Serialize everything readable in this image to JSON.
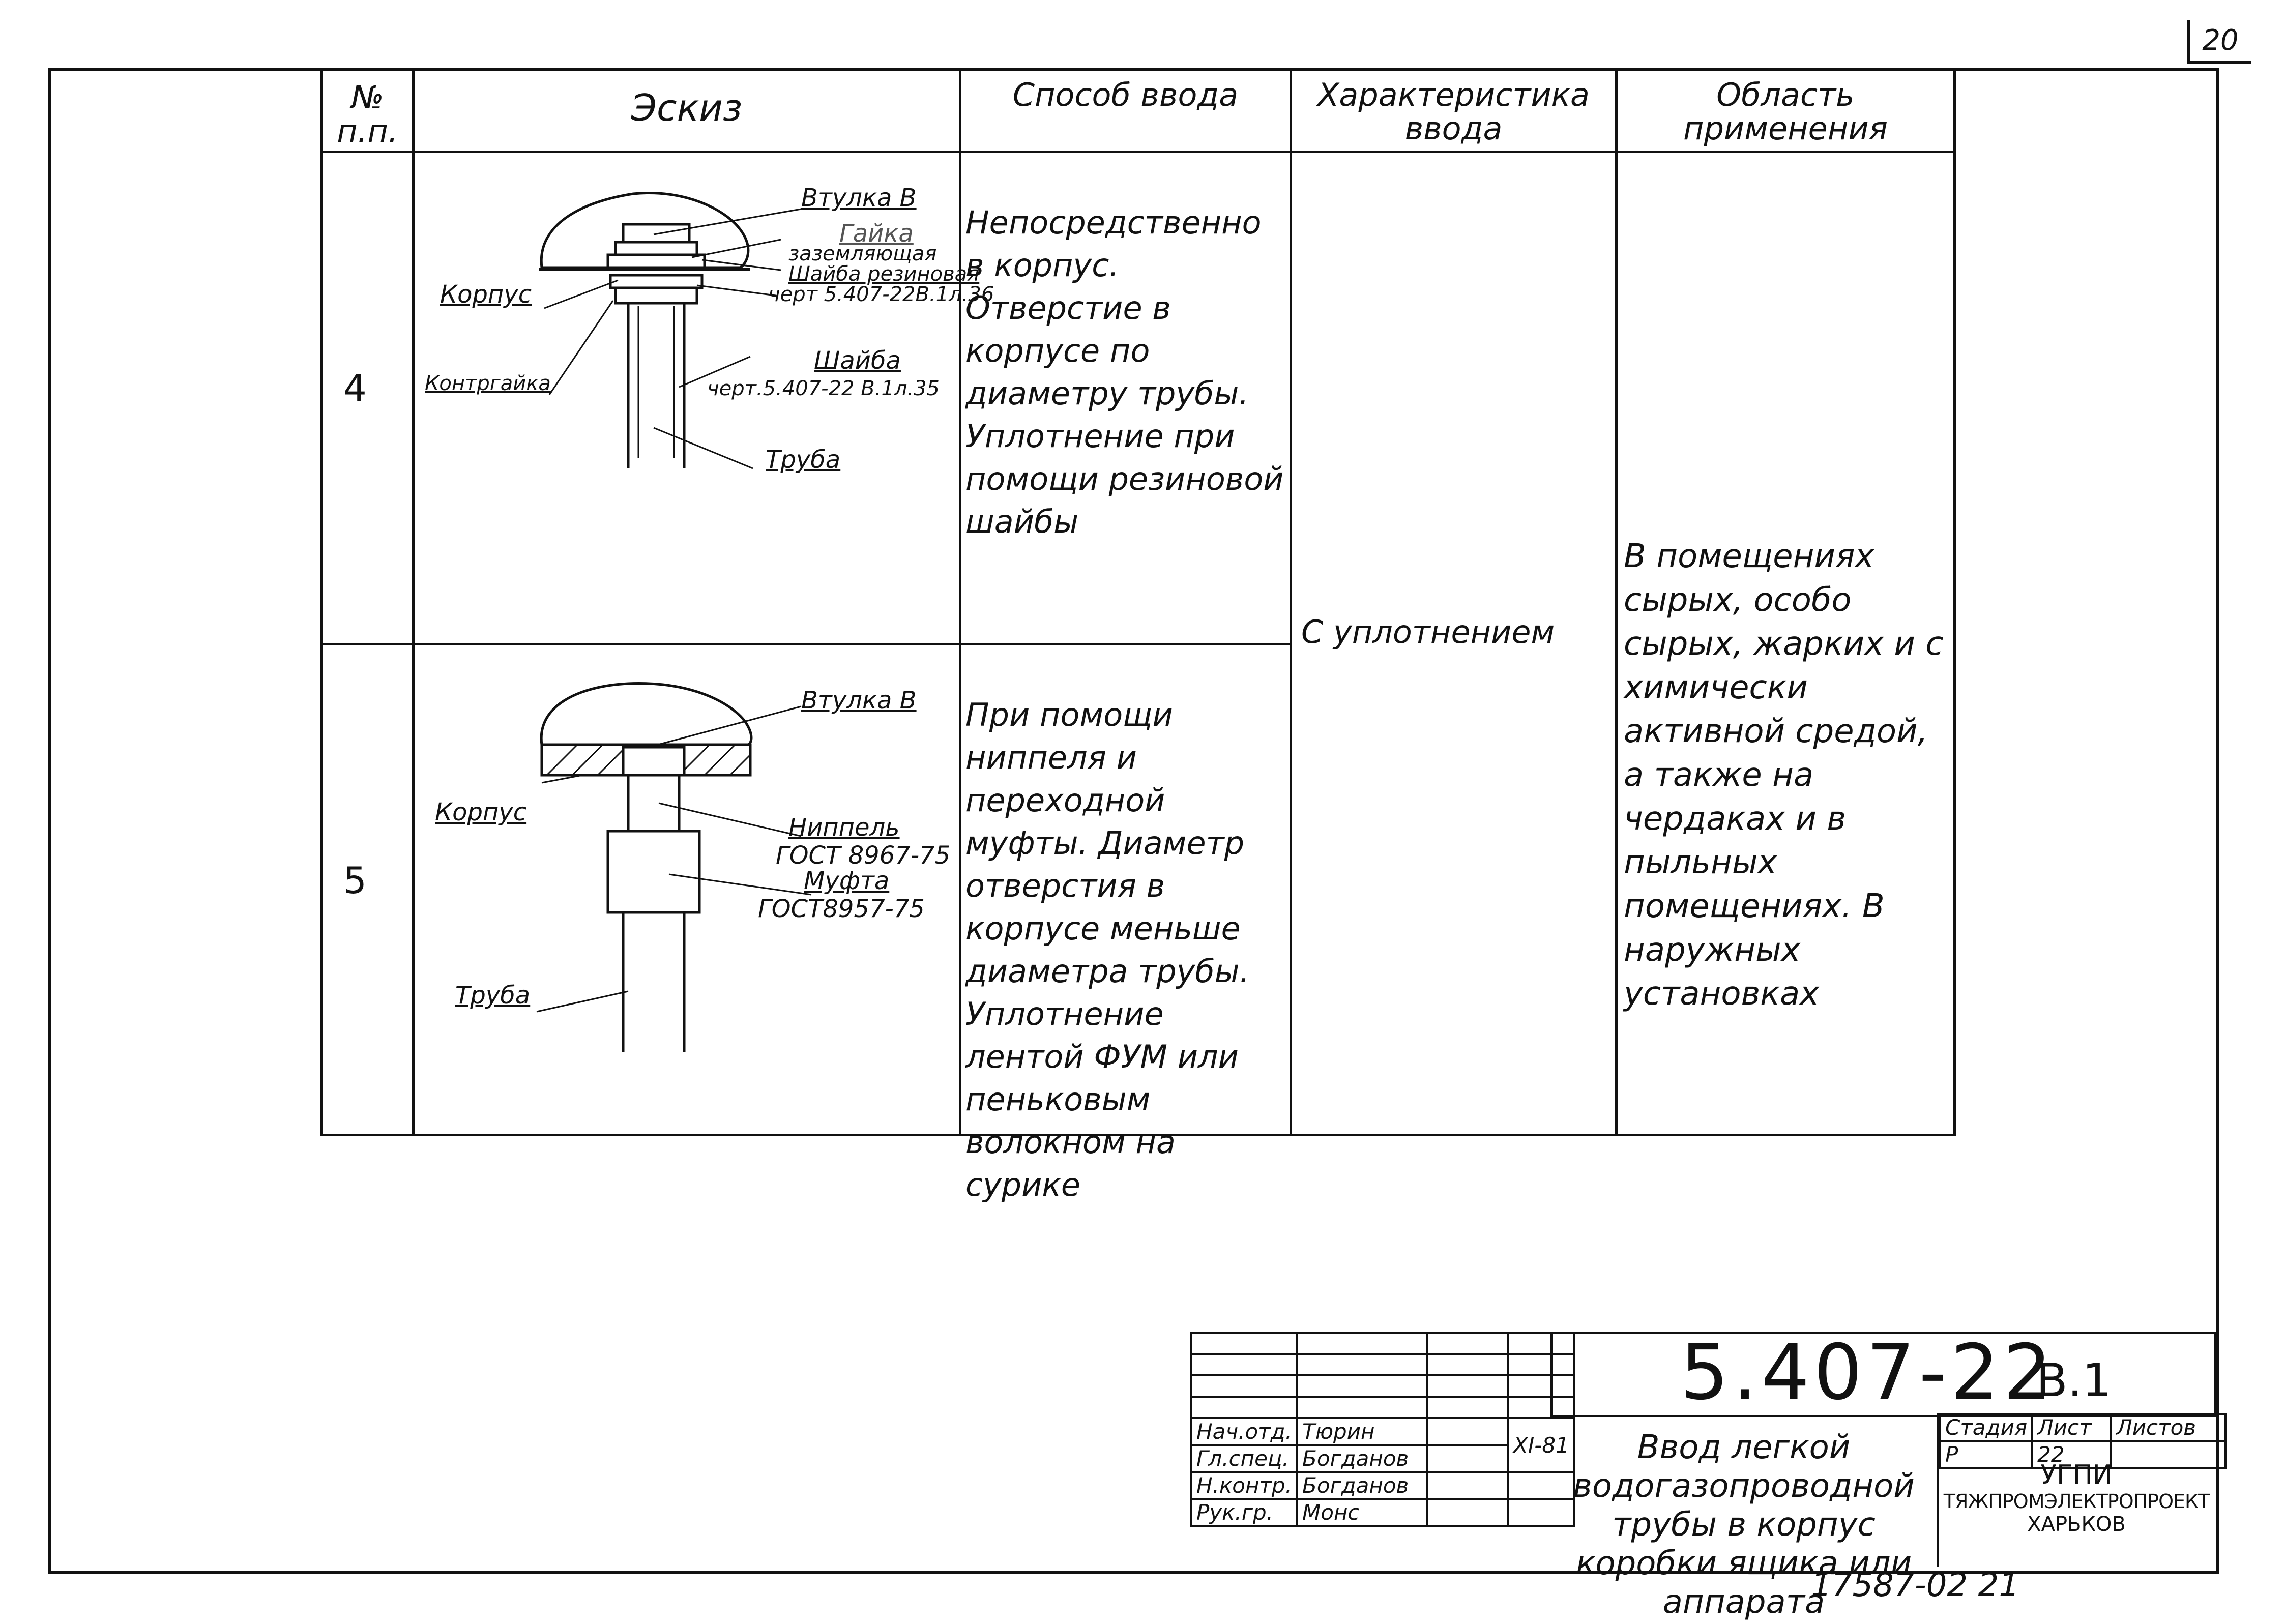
{
  "sheet_corner": "20",
  "columns": {
    "num": "№ п.п.",
    "sketch": "Эскиз",
    "method": "Способ ввода",
    "character": "Характеристика ввода",
    "area": "Область применения"
  },
  "rows": [
    {
      "num": "4",
      "labels": {
        "bushing": "Втулка В",
        "nut": "Гайка",
        "grounding": "заземляющая",
        "rubber_washer": "Шайба резиновая",
        "rubber_ref": "черт 5.407-22В.1л.36",
        "body": "Корпус",
        "locknut": "Контргайка",
        "washer": "Шайба",
        "washer_ref": "черт.5.407-22 В.1л.35",
        "pipe": "Труба"
      },
      "method": "Непосредственно в корпус. Отверстие в корпусе по диаметру трубы. Уплотнение при помощи резиновой шайбы"
    },
    {
      "num": "5",
      "labels": {
        "bushing": "Втулка В",
        "body": "Корпус",
        "nipple": "Ниппель",
        "nipple_ref": "ГОСТ 8967-75",
        "coupling": "Муфта",
        "coupling_ref": "ГОСТ8957-75",
        "pipe": "Труба"
      },
      "method": "При помощи ниппеля и переходной муфты. Диаметр отверстия в корпусе меньше диаметра трубы. Уплотнение лентой ФУМ или пеньковым волокном на сурике"
    }
  ],
  "character": "С уплотнением",
  "area": "В помещениях сырых, особо сырых, жарких и с химически активной средой, а также на чердаках и в пыльных помещениях. В наружных установках",
  "title_block": {
    "code": "5.407-22",
    "volume": "В.1",
    "title": "Ввод легкой водогазопроводной трубы в корпус коробки ящика или аппарата",
    "stage_label": "Стадия",
    "sheet_label": "Лист",
    "sheets_label": "Листов",
    "stage": "Р",
    "sheet": "22",
    "org1": "УГПИ",
    "org2": "ТЯЖПРОМЭЛЕКТРОПРОЕКТ",
    "org3": "ХАРЬКОВ",
    "date": "XI-81",
    "people": [
      {
        "role": "Нач.отд.",
        "name": "Тюрин"
      },
      {
        "role": "Гл.спец.",
        "name": "Богданов"
      },
      {
        "role": "Н.контр.",
        "name": "Богданов"
      },
      {
        "role": "Рук.гр.",
        "name": "Монс"
      }
    ]
  },
  "bottom_stamp": "17587-02  21"
}
